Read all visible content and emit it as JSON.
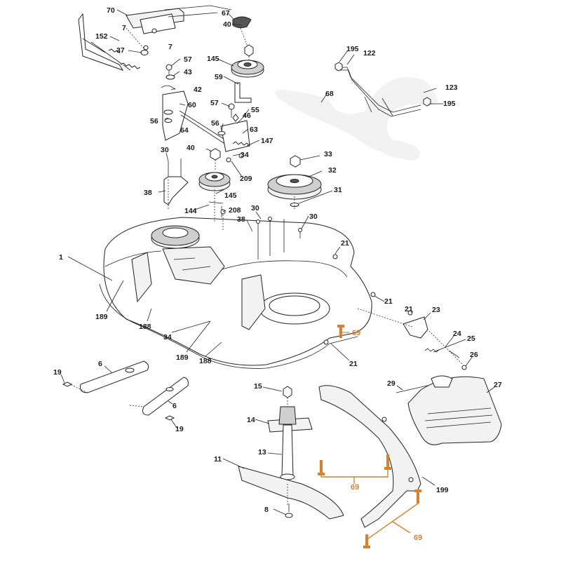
{
  "diagram": {
    "highlight_color": "#d9822b",
    "line_color": "#222222",
    "labels": {
      "l70": "70",
      "l67": "67",
      "l7a": "7",
      "l152": "152",
      "l7b": "7",
      "l37": "37",
      "l40a": "40",
      "l57a": "57",
      "l43": "43",
      "l42": "42",
      "l60": "60",
      "l56a": "56",
      "l64": "64",
      "l145a": "145",
      "l59": "59",
      "l57b": "57",
      "l55": "55",
      "l46": "46",
      "l56b": "56",
      "l63": "63",
      "l147": "147",
      "l34a": "34",
      "l209": "209",
      "l195a": "195",
      "l122": "122",
      "l68": "68",
      "l123": "123",
      "l195b": "195",
      "l30a": "30",
      "l40b": "40",
      "l38a": "38",
      "l145b": "145",
      "l144": "144",
      "l208": "208",
      "l33": "33",
      "l32": "32",
      "l31": "31",
      "l30b": "30",
      "l38b": "38",
      "l30c": "30",
      "l1": "1",
      "l21a": "21",
      "l21b": "21",
      "l189a": "189",
      "l188a": "188",
      "l34b": "34",
      "l189b": "189",
      "l188b": "188",
      "l21c": "21",
      "l21d": "21",
      "l23": "23",
      "l24": "24",
      "l25": "25",
      "l26": "26",
      "l19a": "19",
      "l6a": "6",
      "l6b": "6",
      "l19b": "19",
      "l15": "15",
      "l14": "14",
      "l13": "13",
      "l11": "11",
      "l8": "8",
      "l29": "29",
      "l27": "27",
      "l199": "199",
      "h69a": "69",
      "h69b": "69",
      "h69c": "69"
    }
  }
}
